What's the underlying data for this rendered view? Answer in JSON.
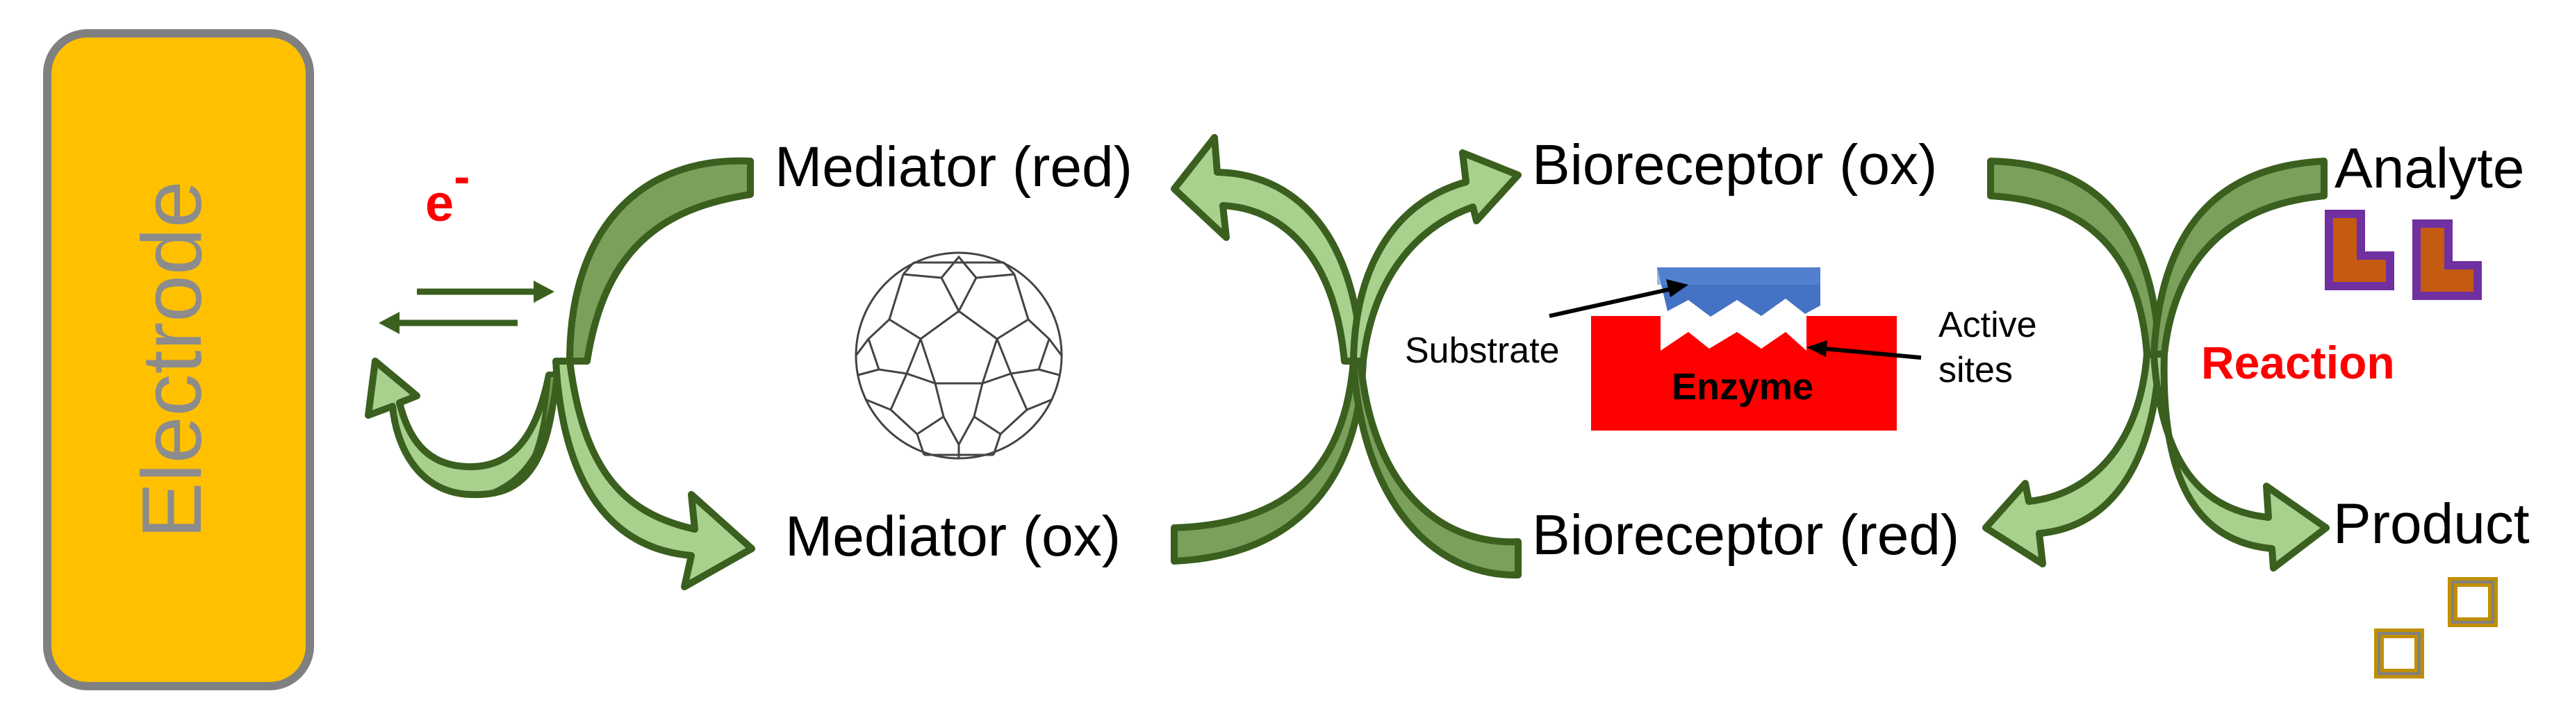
{
  "electrode": {
    "label": "Electrode",
    "fill_color": "#FFC000",
    "border_color": "#808080"
  },
  "electron": {
    "symbol": "e",
    "charge": "-",
    "color": "#FF0000"
  },
  "mediator": {
    "reduced_label": "Mediator (red)",
    "oxidized_label": "Mediator (ox)",
    "icon": "fullerene-icon"
  },
  "bioreceptor": {
    "oxidized_label": "Bioreceptor (ox)",
    "reduced_label": "Bioreceptor (red)"
  },
  "enzyme": {
    "label": "Enzyme",
    "substrate_label": "Substrate",
    "active_sites_label_line1": "Active",
    "active_sites_label_line2": "sites",
    "enzyme_color": "#FF0000",
    "substrate_color": "#4472C4"
  },
  "reaction": {
    "analyte_label": "Analyte",
    "reaction_label": "Reaction",
    "product_label": "Product",
    "reaction_color": "#FF0000",
    "analyte_icon": "l-shape-icon",
    "product_icon": "square-icon"
  },
  "arrows": {
    "fill_color": "#8FB86B",
    "light_fill_color": "#A9D18E",
    "outline_color": "#3A5F1E"
  }
}
